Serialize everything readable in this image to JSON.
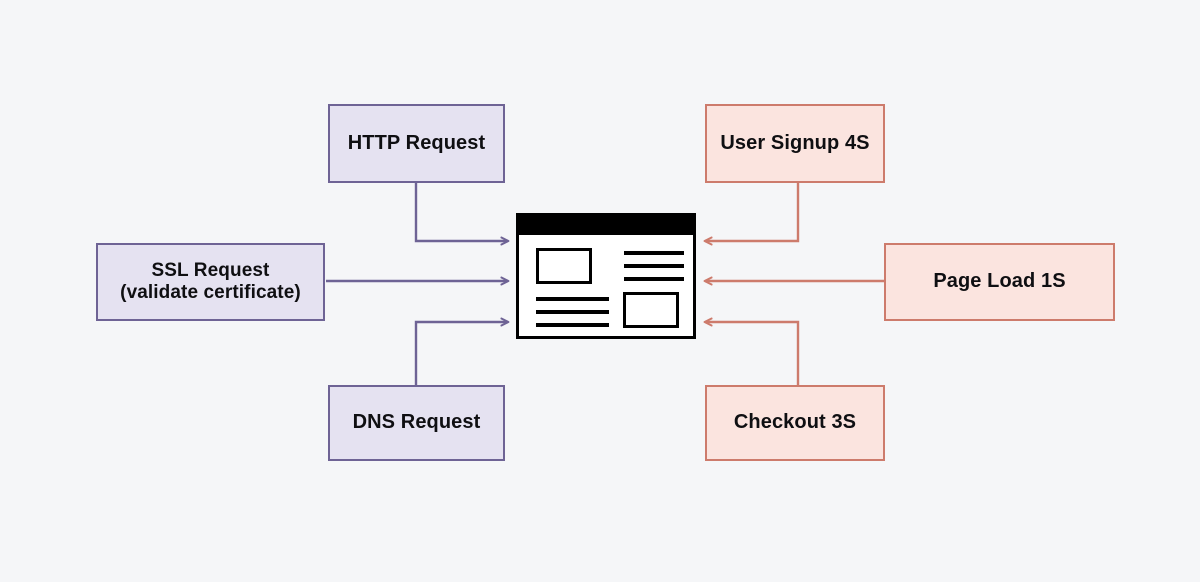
{
  "diagram": {
    "title": "Web request and page performance diagram",
    "background_color": "#f5f6f8",
    "center": {
      "name": "browser-window",
      "icon": "browser-window-icon",
      "alt": "Browser window illustration"
    },
    "left_group": {
      "accent_fill": "#e5e2f1",
      "accent_border": "#6e6395",
      "arrow_color": "#6e6395",
      "arrow_direction": "right",
      "nodes": [
        {
          "id": "http-request",
          "label": "HTTP Request",
          "lines": [
            "HTTP Request"
          ]
        },
        {
          "id": "ssl-request",
          "label": "SSL Request (validate certificate)",
          "lines": [
            "SSL Request",
            "(validate certificate)"
          ]
        },
        {
          "id": "dns-request",
          "label": "DNS Request",
          "lines": [
            "DNS Request"
          ]
        }
      ]
    },
    "right_group": {
      "accent_fill": "#fbe4df",
      "accent_border": "#cd7b6c",
      "arrow_color": "#cd7b6c",
      "arrow_direction": "left",
      "nodes": [
        {
          "id": "user-signup",
          "label": "User Signup 4S",
          "lines": [
            "User Signup 4S"
          ]
        },
        {
          "id": "page-load",
          "label": "Page Load 1S",
          "lines": [
            "Page Load 1S"
          ]
        },
        {
          "id": "checkout",
          "label": "Checkout 3S",
          "lines": [
            "Checkout 3S"
          ]
        }
      ]
    },
    "connectors": [
      {
        "id": "conn-http-to-browser",
        "from": "http-request",
        "to": "browser-window",
        "style": "elbow",
        "color": "#6e6395"
      },
      {
        "id": "conn-ssl-to-browser",
        "from": "ssl-request",
        "to": "browser-window",
        "style": "straight",
        "color": "#6e6395"
      },
      {
        "id": "conn-dns-to-browser",
        "from": "dns-request",
        "to": "browser-window",
        "style": "elbow",
        "color": "#6e6395"
      },
      {
        "id": "conn-signup-to-browser",
        "from": "user-signup",
        "to": "browser-window",
        "style": "elbow",
        "color": "#cd7b6c"
      },
      {
        "id": "conn-pageload-to-browser",
        "from": "page-load",
        "to": "browser-window",
        "style": "straight",
        "color": "#cd7b6c"
      },
      {
        "id": "conn-checkout-to-browser",
        "from": "checkout",
        "to": "browser-window",
        "style": "elbow",
        "color": "#cd7b6c"
      }
    ]
  }
}
